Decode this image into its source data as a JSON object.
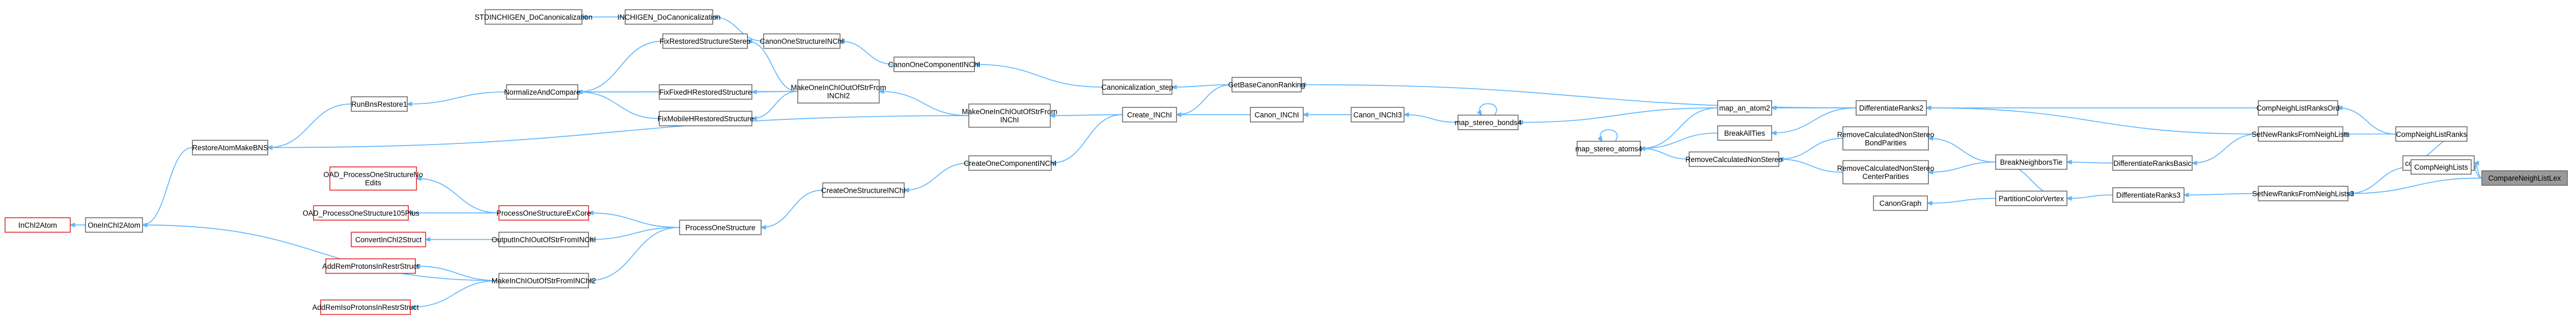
{
  "diagram": {
    "type": "call-graph",
    "direction": "right-to-left",
    "colors": {
      "edge": "#63b8ff",
      "node_border": "#666666",
      "external_border": "#e02020",
      "root_fill": "#999999",
      "background": "#ffffff"
    },
    "nodes": [
      {
        "id": "STDINCHIGEN_DoCanonicalization",
        "label": "STDINCHIGEN_DoCanonicalization",
        "style": "plain"
      },
      {
        "id": "INCHIGEN_DoCanonicalization",
        "label": "INCHIGEN_DoCanonicalization",
        "style": "plain"
      },
      {
        "id": "CanonOneStructureINChI",
        "label": "CanonOneStructureINChI",
        "style": "plain"
      },
      {
        "id": "CanonOneComponentINChI",
        "label": "CanonOneComponentINChI",
        "style": "plain"
      },
      {
        "id": "Canonicalization_step",
        "label": "Canonicalization_step",
        "style": "plain"
      },
      {
        "id": "GetBaseCanonRanking",
        "label": "GetBaseCanonRanking",
        "style": "plain"
      },
      {
        "id": "FixRestoredStructureStereo",
        "label": "FixRestoredStructureStereo",
        "style": "plain"
      },
      {
        "id": "MakeOneInChIOutOfStrFromINChI2",
        "label": "MakeOneInChIOutOfStrFrom\nINChI2",
        "style": "plain"
      },
      {
        "id": "MakeOneInChIOutOfStrFromINChI",
        "label": "MakeOneInChIOutOfStrFrom\nINChI",
        "style": "plain"
      },
      {
        "id": "RunBnsRestore1",
        "label": "RunBnsRestore1",
        "style": "plain"
      },
      {
        "id": "NormalizeAndCompare",
        "label": "NormalizeAndCompare",
        "style": "plain"
      },
      {
        "id": "FixFixedHRestoredStructure",
        "label": "FixFixedHRestoredStructure",
        "style": "plain"
      },
      {
        "id": "FixMobileHRestoredStructure",
        "label": "FixMobileHRestoredStructure",
        "style": "plain"
      },
      {
        "id": "RestoreAtomMakeBNS",
        "label": "RestoreAtomMakeBNS",
        "style": "plain"
      },
      {
        "id": "Create_INChI",
        "label": "Create_INChI",
        "style": "plain"
      },
      {
        "id": "Canon_INChI",
        "label": "Canon_INChI",
        "style": "plain"
      },
      {
        "id": "Canon_INChI3",
        "label": "Canon_INChI3",
        "style": "plain"
      },
      {
        "id": "map_stereo_bonds4",
        "label": "map_stereo_bonds4",
        "style": "plain"
      },
      {
        "id": "map_an_atom2",
        "label": "map_an_atom2",
        "style": "plain"
      },
      {
        "id": "BreakAllTies",
        "label": "BreakAllTies",
        "style": "plain"
      },
      {
        "id": "map_stereo_atoms4",
        "label": "map_stereo_atoms4",
        "style": "plain"
      },
      {
        "id": "DifferentiateRanks2",
        "label": "DifferentiateRanks2",
        "style": "plain"
      },
      {
        "id": "CompNeighListRanksOrd",
        "label": "CompNeighListRanksOrd",
        "style": "plain"
      },
      {
        "id": "SetNewRanksFromNeighLists",
        "label": "SetNewRanksFromNeighLists",
        "style": "plain"
      },
      {
        "id": "CompNeighListRanks",
        "label": "CompNeighListRanks",
        "style": "plain"
      },
      {
        "id": "RemoveCalculatedNonStereoBondParities",
        "label": "RemoveCalculatedNonStereo\nBondParities",
        "style": "plain"
      },
      {
        "id": "RemoveCalculatedNonStereo",
        "label": "RemoveCalculatedNonStereo",
        "style": "plain"
      },
      {
        "id": "RemoveCalculatedNonStereoCenterParities",
        "label": "RemoveCalculatedNonStereo\nCenterParities",
        "style": "plain"
      },
      {
        "id": "BreakNeighborsTie",
        "label": "BreakNeighborsTie",
        "style": "plain"
      },
      {
        "id": "DifferentiateRanksBasic",
        "label": "DifferentiateRanksBasic",
        "style": "plain"
      },
      {
        "id": "compare_NeighLists",
        "label": "compare_NeighLists",
        "style": "plain"
      },
      {
        "id": "CompareNeighListLex",
        "label": "CompareNeighListLex",
        "style": "root"
      },
      {
        "id": "CompNeighLists",
        "label": "CompNeighLists",
        "style": "plain"
      },
      {
        "id": "CanonGraph",
        "label": "CanonGraph",
        "style": "plain"
      },
      {
        "id": "PartitionColorVertex",
        "label": "PartitionColorVertex",
        "style": "plain"
      },
      {
        "id": "DifferentiateRanks3",
        "label": "DifferentiateRanks3",
        "style": "plain"
      },
      {
        "id": "SetNewRanksFromNeighLists3",
        "label": "SetNewRanksFromNeighLists3",
        "style": "plain"
      },
      {
        "id": "CreateOneComponentINChI",
        "label": "CreateOneComponentINChI",
        "style": "plain"
      },
      {
        "id": "CreateOneStructureINChI",
        "label": "CreateOneStructureINChI",
        "style": "plain"
      },
      {
        "id": "ProcessOneStructure",
        "label": "ProcessOneStructure",
        "style": "plain"
      },
      {
        "id": "OAD_ProcessOneStructureNoEdits",
        "label": "OAD_ProcessOneStructureNo\nEdits",
        "style": "red"
      },
      {
        "id": "ProcessOneStructureExCore",
        "label": "ProcessOneStructureExCore",
        "style": "red"
      },
      {
        "id": "OAD_ProcessOneStructure105Plus",
        "label": "OAD_ProcessOneStructure105Plus",
        "style": "red"
      },
      {
        "id": "ConvertInChI2Struct",
        "label": "ConvertInChI2Struct",
        "style": "red"
      },
      {
        "id": "OutputInChIOutOfStrFromINChI",
        "label": "OutputInChIOutOfStrFromINChI",
        "style": "plain"
      },
      {
        "id": "AddRemProtonsInRestrStruct",
        "label": "AddRemProtonsInRestrStruct",
        "style": "red"
      },
      {
        "id": "MakeInChIOutOfStrFromINChI2",
        "label": "MakeInChIOutOfStrFromINChI2",
        "style": "plain"
      },
      {
        "id": "AddRemIsoProtonsInRestrStruct",
        "label": "AddRemIsoProtonsInRestrStruct",
        "style": "red"
      },
      {
        "id": "InChI2Atom",
        "label": "InChI2Atom",
        "style": "red"
      },
      {
        "id": "OneInChI2Atom",
        "label": "OneInChI2Atom",
        "style": "plain"
      }
    ],
    "edges": [
      [
        "STDINCHIGEN_DoCanonicalization",
        "INCHIGEN_DoCanonicalization"
      ],
      [
        "INCHIGEN_DoCanonicalization",
        "CanonOneStructureINChI"
      ],
      [
        "CanonOneStructureINChI",
        "CanonOneComponentINChI"
      ],
      [
        "CanonOneComponentINChI",
        "Canonicalization_step"
      ],
      [
        "Canonicalization_step",
        "GetBaseCanonRanking"
      ],
      [
        "GetBaseCanonRanking",
        "DifferentiateRanks2"
      ],
      [
        "FixRestoredStructureStereo",
        "MakeOneInChIOutOfStrFromINChI2"
      ],
      [
        "FixFixedHRestoredStructure",
        "MakeOneInChIOutOfStrFromINChI2"
      ],
      [
        "FixMobileHRestoredStructure",
        "MakeOneInChIOutOfStrFromINChI2"
      ],
      [
        "NormalizeAndCompare",
        "MakeOneInChIOutOfStrFromINChI2"
      ],
      [
        "NormalizeAndCompare",
        "FixRestoredStructureStereo"
      ],
      [
        "NormalizeAndCompare",
        "FixFixedHRestoredStructure"
      ],
      [
        "NormalizeAndCompare",
        "FixMobileHRestoredStructure"
      ],
      [
        "RunBnsRestore1",
        "NormalizeAndCompare"
      ],
      [
        "RestoreAtomMakeBNS",
        "RunBnsRestore1"
      ],
      [
        "RestoreAtomMakeBNS",
        "MakeOneInChIOutOfStrFromINChI"
      ],
      [
        "MakeOneInChIOutOfStrFromINChI2",
        "MakeOneInChIOutOfStrFromINChI"
      ],
      [
        "MakeOneInChIOutOfStrFromINChI",
        "Create_INChI"
      ],
      [
        "Create_INChI",
        "Canon_INChI"
      ],
      [
        "Create_INChI",
        "GetBaseCanonRanking"
      ],
      [
        "Canon_INChI",
        "Canon_INChI3"
      ],
      [
        "Canon_INChI3",
        "map_stereo_bonds4"
      ],
      [
        "map_stereo_bonds4",
        "map_stereo_bonds4"
      ],
      [
        "map_stereo_bonds4",
        "map_an_atom2"
      ],
      [
        "map_stereo_atoms4",
        "map_stereo_atoms4"
      ],
      [
        "map_stereo_atoms4",
        "map_an_atom2"
      ],
      [
        "map_stereo_atoms4",
        "BreakAllTies"
      ],
      [
        "map_stereo_atoms4",
        "RemoveCalculatedNonStereo"
      ],
      [
        "map_an_atom2",
        "DifferentiateRanks2"
      ],
      [
        "BreakAllTies",
        "DifferentiateRanks2"
      ],
      [
        "RemoveCalculatedNonStereo",
        "RemoveCalculatedNonStereoBondParities"
      ],
      [
        "RemoveCalculatedNonStereo",
        "RemoveCalculatedNonStereoCenterParities"
      ],
      [
        "RemoveCalculatedNonStereoBondParities",
        "BreakNeighborsTie"
      ],
      [
        "RemoveCalculatedNonStereoCenterParities",
        "BreakNeighborsTie"
      ],
      [
        "BreakNeighborsTie",
        "DifferentiateRanksBasic"
      ],
      [
        "DifferentiateRanks2",
        "CompNeighListRanksOrd"
      ],
      [
        "DifferentiateRanks2",
        "SetNewRanksFromNeighLists"
      ],
      [
        "DifferentiateRanksBasic",
        "SetNewRanksFromNeighLists"
      ],
      [
        "CompNeighListRanksOrd",
        "CompNeighListRanks"
      ],
      [
        "SetNewRanksFromNeighLists",
        "CompNeighListRanks"
      ],
      [
        "CompNeighListRanks",
        "compare_NeighLists"
      ],
      [
        "compare_NeighLists",
        "CompareNeighListLex"
      ],
      [
        "CompNeighLists",
        "CompareNeighListLex"
      ],
      [
        "SetNewRanksFromNeighLists3",
        "CompNeighLists"
      ],
      [
        "DifferentiateRanks3",
        "SetNewRanksFromNeighLists3"
      ],
      [
        "PartitionColorVertex",
        "DifferentiateRanks3"
      ],
      [
        "CanonGraph",
        "PartitionColorVertex"
      ],
      [
        "BreakNeighborsTie",
        "PartitionColorVertex"
      ],
      [
        "SetNewRanksFromNeighLists3",
        "CompareNeighListLex"
      ],
      [
        "CreateOneComponentINChI",
        "Create_INChI"
      ],
      [
        "CreateOneStructureINChI",
        "CreateOneComponentINChI"
      ],
      [
        "ProcessOneStructure",
        "CreateOneStructureINChI"
      ],
      [
        "OAD_ProcessOneStructureNoEdits",
        "ProcessOneStructureExCore"
      ],
      [
        "OAD_ProcessOneStructure105Plus",
        "ProcessOneStructureExCore"
      ],
      [
        "ProcessOneStructureExCore",
        "ProcessOneStructure"
      ],
      [
        "ConvertInChI2Struct",
        "OutputInChIOutOfStrFromINChI"
      ],
      [
        "OutputInChIOutOfStrFromINChI",
        "ProcessOneStructure"
      ],
      [
        "AddRemProtonsInRestrStruct",
        "MakeInChIOutOfStrFromINChI2"
      ],
      [
        "AddRemIsoProtonsInRestrStruct",
        "MakeInChIOutOfStrFromINChI2"
      ],
      [
        "MakeInChIOutOfStrFromINChI2",
        "ProcessOneStructure"
      ],
      [
        "InChI2Atom",
        "OneInChI2Atom"
      ],
      [
        "OneInChI2Atom",
        "RestoreAtomMakeBNS"
      ],
      [
        "OneInChI2Atom",
        "MakeInChIOutOfStrFromINChI2"
      ]
    ]
  }
}
